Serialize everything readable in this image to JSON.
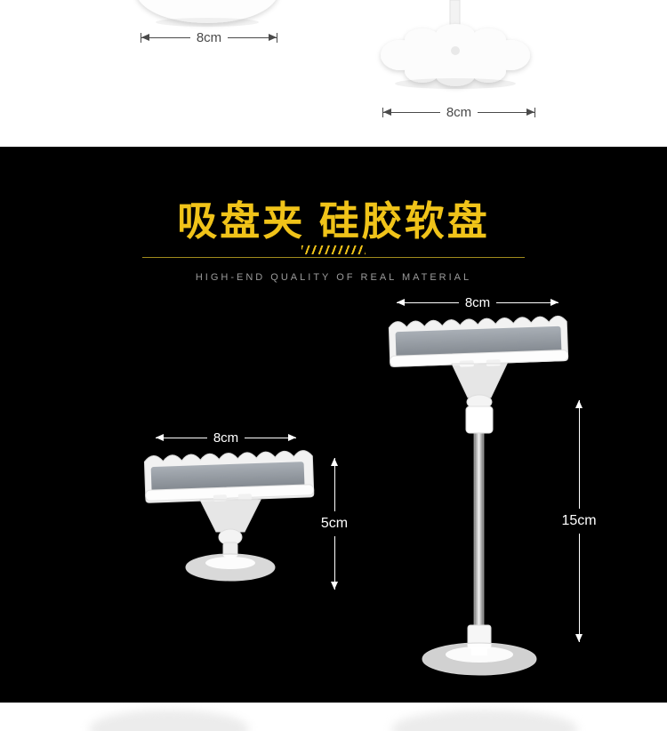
{
  "colors": {
    "accent_gold": "#f0c319",
    "page_background": "#000000"
  },
  "top_strip": {
    "left_dim_label": "8cm",
    "right_dim_label": "8cm"
  },
  "hero": {
    "title": "吸盘夹 硅胶软盘",
    "subtitle": "HIGH-END QUALITY OF REAL MATERIAL"
  },
  "products": {
    "tall": {
      "width_label": "8cm",
      "height_label": "15cm"
    },
    "short": {
      "width_label": "8cm",
      "height_label": "5cm"
    }
  }
}
